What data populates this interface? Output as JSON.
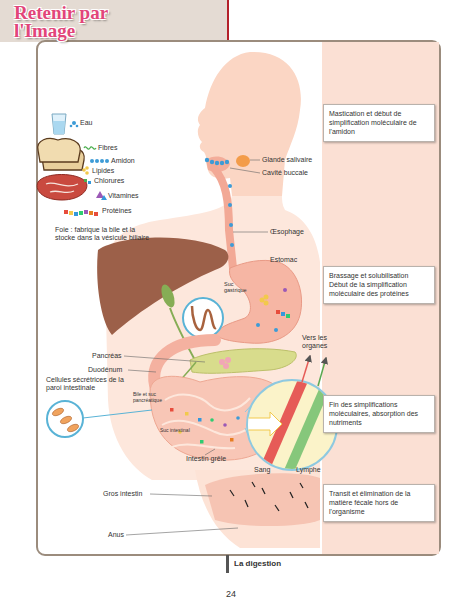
{
  "diagram": {
    "title": "Retenir par l'Image",
    "caption": "La digestion",
    "nodes": [
      {
        "text": [
          "Mastication et début de simplification moléculaire de l'amidon"
        ]
      },
      {
        "text": [
          "Brassage et solubilisation",
          "Début de la simplification moléculaire des protéines"
        ]
      },
      {
        "text": [
          "Fin des simplifications moléculaires, absorption des nutriments"
        ]
      },
      {
        "text": [
          "Transit et élimination de la matière fécale hors de l'organisme"
        ]
      }
    ],
    "labels": [
      "Eau",
      "Fibres",
      "Amidon",
      "Lipides",
      "Chlorures",
      "Vitamines",
      "Protéines",
      "Glande salivaire",
      "Cavité buccale",
      "Œsophage",
      "Estomac",
      "Suc gastrique",
      "Foie : fabrique la bile et la stocke dans la vésicule biliaire",
      "Pancréas",
      "Duodénum",
      "Vers les organes",
      "Cellules sécrétrices de la paroi intestinale",
      "Bile et suc pancréatique",
      "Suc intestinal",
      "Intestin grêle",
      "Sang",
      "Lymphe",
      "Gros intestin",
      "Anus",
      "24"
    ]
  }
}
